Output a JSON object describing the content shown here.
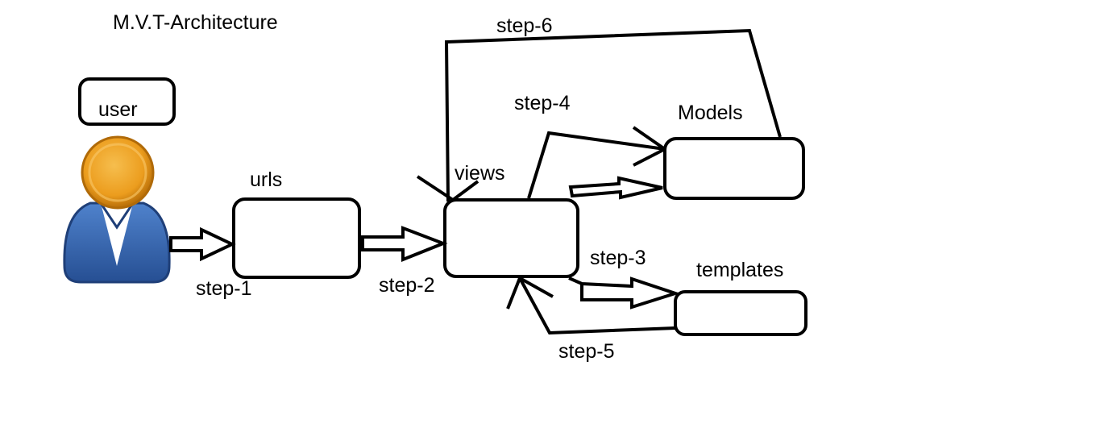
{
  "diagram": {
    "title": "M.V.T-Architecture",
    "nodes": {
      "user": "user",
      "urls": "urls",
      "views": "views",
      "models": "Models",
      "templates": "templates"
    },
    "steps": {
      "step1": "step-1",
      "step2": "step-2",
      "step3": "step-3",
      "step4": "step-4",
      "step5": "step-5",
      "step6": "step-6"
    },
    "colors": {
      "stroke": "#000000",
      "user_head": "#f2a422",
      "user_head_dark": "#c47a0c",
      "user_body": "#3a68b2",
      "user_body_dark": "#1f3f78",
      "user_shirt": "#ffffff"
    }
  }
}
